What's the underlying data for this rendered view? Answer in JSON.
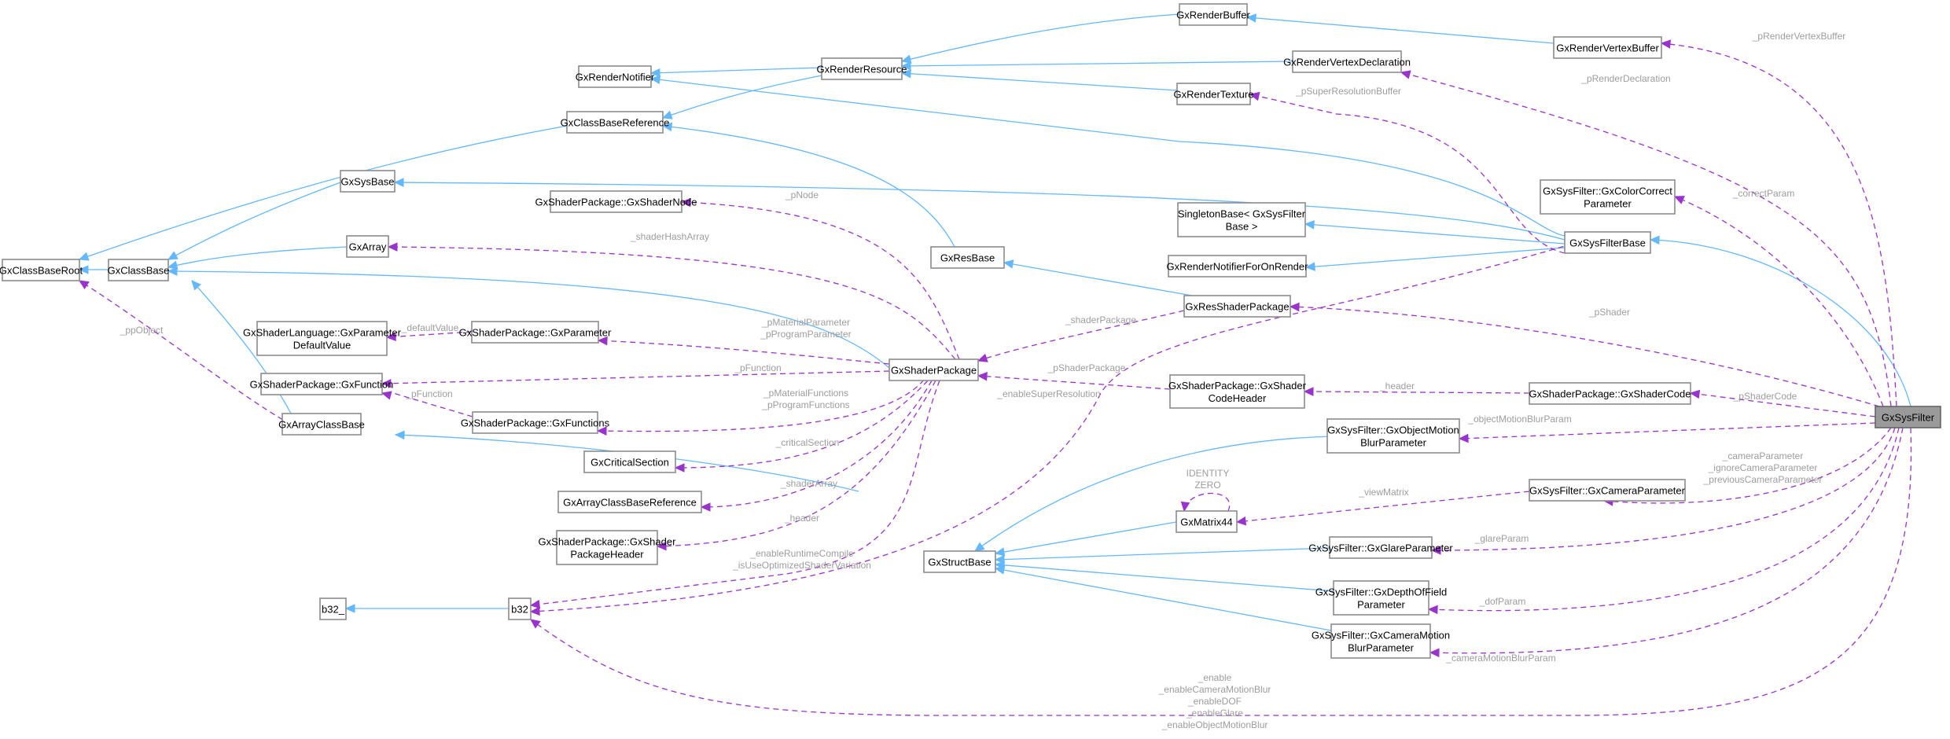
{
  "diagram": {
    "title": "GxSysFilter collaboration graph",
    "colors": {
      "inheritance": "#63b8ff",
      "usage": "#9a32cd",
      "label": "#9d9d9d",
      "focus_fill": "#9a9a9a",
      "border": "#8c8c8c"
    },
    "nodes": {
      "GxClassBaseRoot": [
        "GxClassBaseRoot"
      ],
      "GxClassBase": [
        "GxClassBase"
      ],
      "GxSysBase": [
        "GxSysBase"
      ],
      "GxArray": [
        "GxArray"
      ],
      "GxRenderNotifier": [
        "GxRenderNotifier"
      ],
      "GxClassBaseReference": [
        "GxClassBaseReference"
      ],
      "GxRenderResource": [
        "GxRenderResource"
      ],
      "GxShaderNode": [
        "GxShaderPackage::GxShaderNode"
      ],
      "GxRenderBuffer": [
        "GxRenderBuffer"
      ],
      "GxRenderVertexDeclaration": [
        "GxRenderVertexDeclaration"
      ],
      "GxRenderTexture": [
        "GxRenderTexture"
      ],
      "GxRenderVertexBuffer": [
        "GxRenderVertexBuffer"
      ],
      "GxColorCorrectParameter": [
        "GxSysFilter::GxColorCorrect",
        "Parameter"
      ],
      "GxSysFilterBase": [
        "GxSysFilterBase"
      ],
      "SingletonBase": [
        "SingletonBase< GxSysFilter",
        "Base >"
      ],
      "GxResBase": [
        "GxResBase"
      ],
      "GxRenderNotifierForOnRender": [
        "GxRenderNotifierForOnRender"
      ],
      "GxResShaderPackage": [
        "GxResShaderPackage"
      ],
      "GxShaderCodeHeader": [
        "GxShaderPackage::GxShader",
        "CodeHeader"
      ],
      "GxShaderCode": [
        "GxShaderPackage::GxShaderCode"
      ],
      "GxSysFilter": [
        "GxSysFilter"
      ],
      "GxObjectMotionBlurParameter": [
        "GxSysFilter::GxObjectMotion",
        "BlurParameter"
      ],
      "GxCameraParameter": [
        "GxSysFilter::GxCameraParameter"
      ],
      "GxMatrix44": [
        "GxMatrix44"
      ],
      "GxStructBase": [
        "GxStructBase"
      ],
      "GxGlareParameter": [
        "GxSysFilter::GxGlareParameter"
      ],
      "GxDepthOfFieldParameter": [
        "GxSysFilter::GxDepthOfField",
        "Parameter"
      ],
      "GxCameraMotionBlurParameter": [
        "GxSysFilter::GxCameraMotion",
        "BlurParameter"
      ],
      "GxShaderPackage": [
        "GxShaderPackage"
      ],
      "GxParameterDefaultValue": [
        "GxShaderLanguage::GxParameter",
        "DefaultValue"
      ],
      "GxParameter": [
        "GxShaderPackage::GxParameter"
      ],
      "GxFunction": [
        "GxShaderPackage::GxFunction"
      ],
      "GxArrayClassBase": [
        "GxArrayClassBase"
      ],
      "GxFunctions": [
        "GxShaderPackage::GxFunctions"
      ],
      "GxCriticalSection": [
        "GxCriticalSection"
      ],
      "GxArrayClassBaseReference": [
        "GxArrayClassBaseReference"
      ],
      "GxShaderPackageHeader": [
        "GxShaderPackage::GxShader",
        "PackageHeader"
      ],
      "b32_": [
        "b32_"
      ],
      "b32": [
        "b32"
      ]
    },
    "focus_node": "GxSysFilter",
    "edge_labels": {
      "pRenderVertexBuffer": [
        "_pRenderVertexBuffer"
      ],
      "pRenderDeclaration": [
        "_pRenderDeclaration"
      ],
      "pSuperResolutionBuffer": [
        "_pSuperResolutionBuffer"
      ],
      "correctParam": [
        "_correctParam"
      ],
      "pNode": [
        "_pNode"
      ],
      "shaderHashArray": [
        "_shaderHashArray"
      ],
      "shaderPackage": [
        "_shaderPackage"
      ],
      "pShader": [
        "_pShader"
      ],
      "defaultValue": [
        "_defaultValue"
      ],
      "pParameter": [
        "_pMaterialParameter",
        "_pProgramParameter"
      ],
      "pFunctionA": [
        "_pFunction"
      ],
      "pFunctionB": [
        "_pFunction"
      ],
      "pShaderPackage": [
        "_pShaderPackage"
      ],
      "enableSuperResolution": [
        "_enableSuperResolution"
      ],
      "header1": [
        "_header"
      ],
      "pShaderCode": [
        "_pShaderCode"
      ],
      "pFunctions": [
        "_pMaterialFunctions",
        "_pProgramFunctions"
      ],
      "ppObject": [
        "_ppObject"
      ],
      "criticalSection": [
        "_criticalSection"
      ],
      "objectMotionBlurParam": [
        "_objectMotionBlurParam"
      ],
      "identity": [
        "IDENTITY",
        "ZERO"
      ],
      "cameraParams": [
        "_cameraParameter",
        "_ignoreCameraParameter",
        "_previousCameraParameter"
      ],
      "viewMatrix": [
        "_viewMatrix"
      ],
      "shaderArray": [
        "_shaderArray"
      ],
      "glareParam": [
        "_glareParam"
      ],
      "header2": [
        "_header"
      ],
      "runtimeCompile": [
        "_enableRuntimeCompile",
        "_isUseOptimizedShaderVariation"
      ],
      "dofParam": [
        "_dofParam"
      ],
      "cameraMotionBlurParam": [
        "_cameraMotionBlurParam"
      ],
      "enables": [
        "_enable",
        "_enableCameraMotionBlur",
        "_enableDOF",
        "_enableGlare",
        "_enableObjectMotionBlur"
      ]
    }
  }
}
